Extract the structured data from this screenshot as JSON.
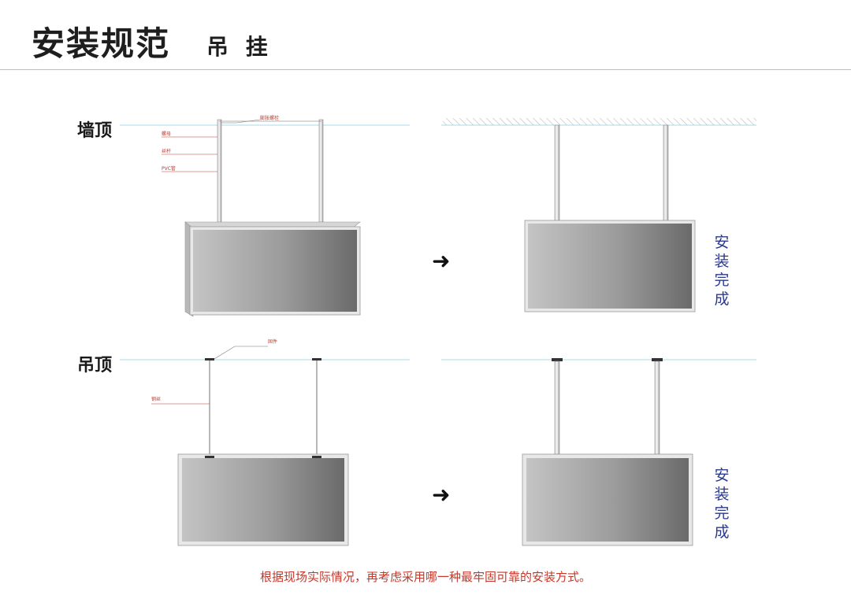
{
  "header": {
    "title": "安装规范",
    "subtitle": "吊 挂"
  },
  "sections": {
    "wall_top": {
      "label": "墙顶",
      "callouts": {
        "expansion_bolt": "膨胀螺栓",
        "nut": "螺母",
        "rod": "丝杆",
        "pvc_pipe": "PVC管"
      },
      "done": "安装完成"
    },
    "hang_top": {
      "label": "吊顶",
      "callouts": {
        "fixture": "固件",
        "wire": "钢丝"
      },
      "done": "安装完成"
    }
  },
  "arrow_glyph": "➜",
  "footer": {
    "note": "根据现场实际情况，再考虑采用哪一种最牢固可靠的安装方式。"
  },
  "colors": {
    "ceiling_line": "#a8d8e8",
    "label_red": "#c0392b",
    "done_blue": "#2b3a8c",
    "rod_gray": "#9a9a9a"
  }
}
